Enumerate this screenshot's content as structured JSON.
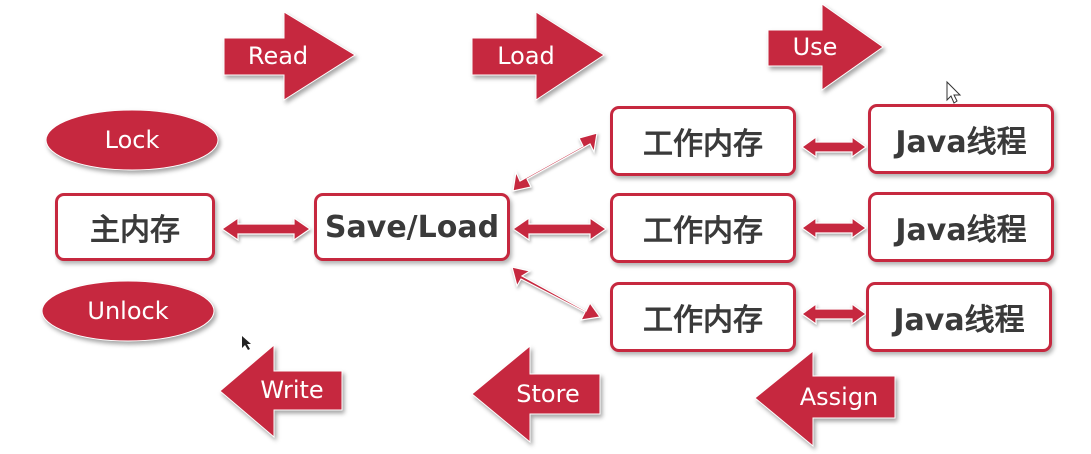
{
  "operations": {
    "read": "Read",
    "load": "Load",
    "use": "Use",
    "write": "Write",
    "store": "Store",
    "assign": "Assign",
    "lock": "Lock",
    "unlock": "Unlock"
  },
  "nodes": {
    "main_memory": "主内存",
    "save_load": "Save/Load",
    "work_memory": [
      "工作内存",
      "工作内存",
      "工作内存"
    ],
    "java_thread": [
      "Java线程",
      "Java线程",
      "Java线程"
    ]
  },
  "colors": {
    "accent": "#c6283f",
    "box_text": "#3a3a3a",
    "background": "#ffffff"
  }
}
